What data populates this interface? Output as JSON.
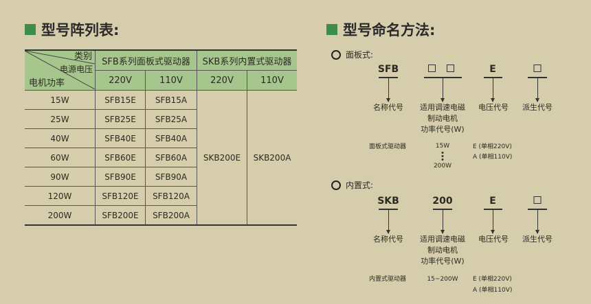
{
  "left_title": "型号阵列表:",
  "right_title": "型号命名方法:",
  "table": {
    "corner": {
      "category": "类别",
      "voltage": "电源电压",
      "power": "电机功率"
    },
    "groups": [
      "SFB系列面板式驱动器",
      "SKB系列内置式驱动器"
    ],
    "voltages": [
      "220V",
      "110V",
      "220V",
      "110V"
    ],
    "rows": [
      {
        "power": "15W",
        "e": "SFB15E",
        "a": "SFB15A"
      },
      {
        "power": "25W",
        "e": "SFB25E",
        "a": "SFB25A"
      },
      {
        "power": "40W",
        "e": "SFB40E",
        "a": "SFB40A"
      },
      {
        "power": "60W",
        "e": "SFB60E",
        "a": "SFB60A"
      },
      {
        "power": "90W",
        "e": "SFB90E",
        "a": "SFB90A"
      },
      {
        "power": "120W",
        "e": "SFB120E",
        "a": "SFB120A"
      },
      {
        "power": "200W",
        "e": "SFB200E",
        "a": "SFB200A"
      }
    ],
    "skb": [
      "SKB200E",
      "SKB200A"
    ]
  },
  "panel": {
    "heading": "面板式:",
    "code1": "SFB",
    "code3": "E",
    "label1": "名称代号",
    "label2": [
      "适用调速电磁",
      "制动电机",
      "功率代号(W)"
    ],
    "label3": "电压代号",
    "label4": "派生代号",
    "type": "面板式驱动器",
    "range_from": "15W",
    "range_to": "200W",
    "volt_e": "E (单相220V)",
    "volt_a": "A (单相110V)"
  },
  "builtin": {
    "heading": "内置式:",
    "code1": "SKB",
    "code2": "200",
    "code3": "E",
    "label1": "名称代号",
    "label2": [
      "适用调速电磁",
      "制动电机",
      "功率代号(W)"
    ],
    "label3": "电压代号",
    "label4": "派生代号",
    "type": "内置式驱动器",
    "range": "15~200W",
    "volt_e": "E (单相220V)",
    "volt_a": "A (单相110V)"
  }
}
